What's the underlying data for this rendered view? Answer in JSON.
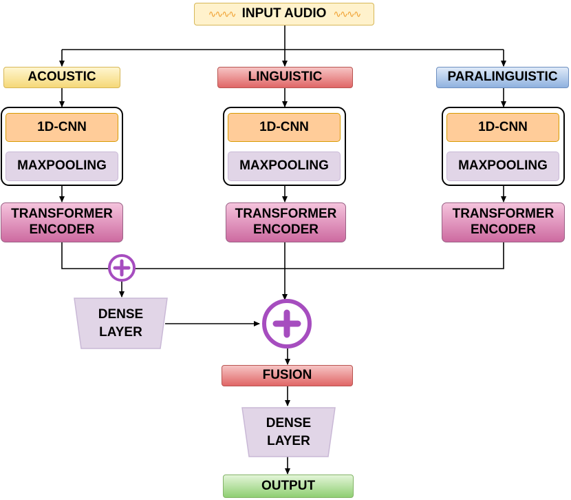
{
  "input": {
    "label": "INPUT AUDIO",
    "wave_glyph": "∿∿∿∿"
  },
  "branches": [
    {
      "label": "ACOUSTIC",
      "color": "#f5d878"
    },
    {
      "label": "LINGUISTIC",
      "color": "#e06666"
    },
    {
      "label": "PARALINGUISTIC",
      "color": "#8fb1df"
    }
  ],
  "blocks": {
    "cnn": "1D-CNN",
    "pool": "MAXPOOLING",
    "transformer_line1": "TRANSFORMER",
    "transformer_line2": "ENCODER"
  },
  "dense_top": {
    "line1": "DENSE",
    "line2": "LAYER"
  },
  "fusion": {
    "label": "FUSION"
  },
  "dense_bottom": {
    "line1": "DENSE",
    "line2": "LAYER"
  },
  "output": {
    "label": "OUTPUT"
  },
  "colors": {
    "add_symbol": "#a64dbf",
    "dense_fill": "#e1d5e7"
  },
  "icons": {
    "add": "plus-circle-icon",
    "arrow": "arrow-head"
  }
}
